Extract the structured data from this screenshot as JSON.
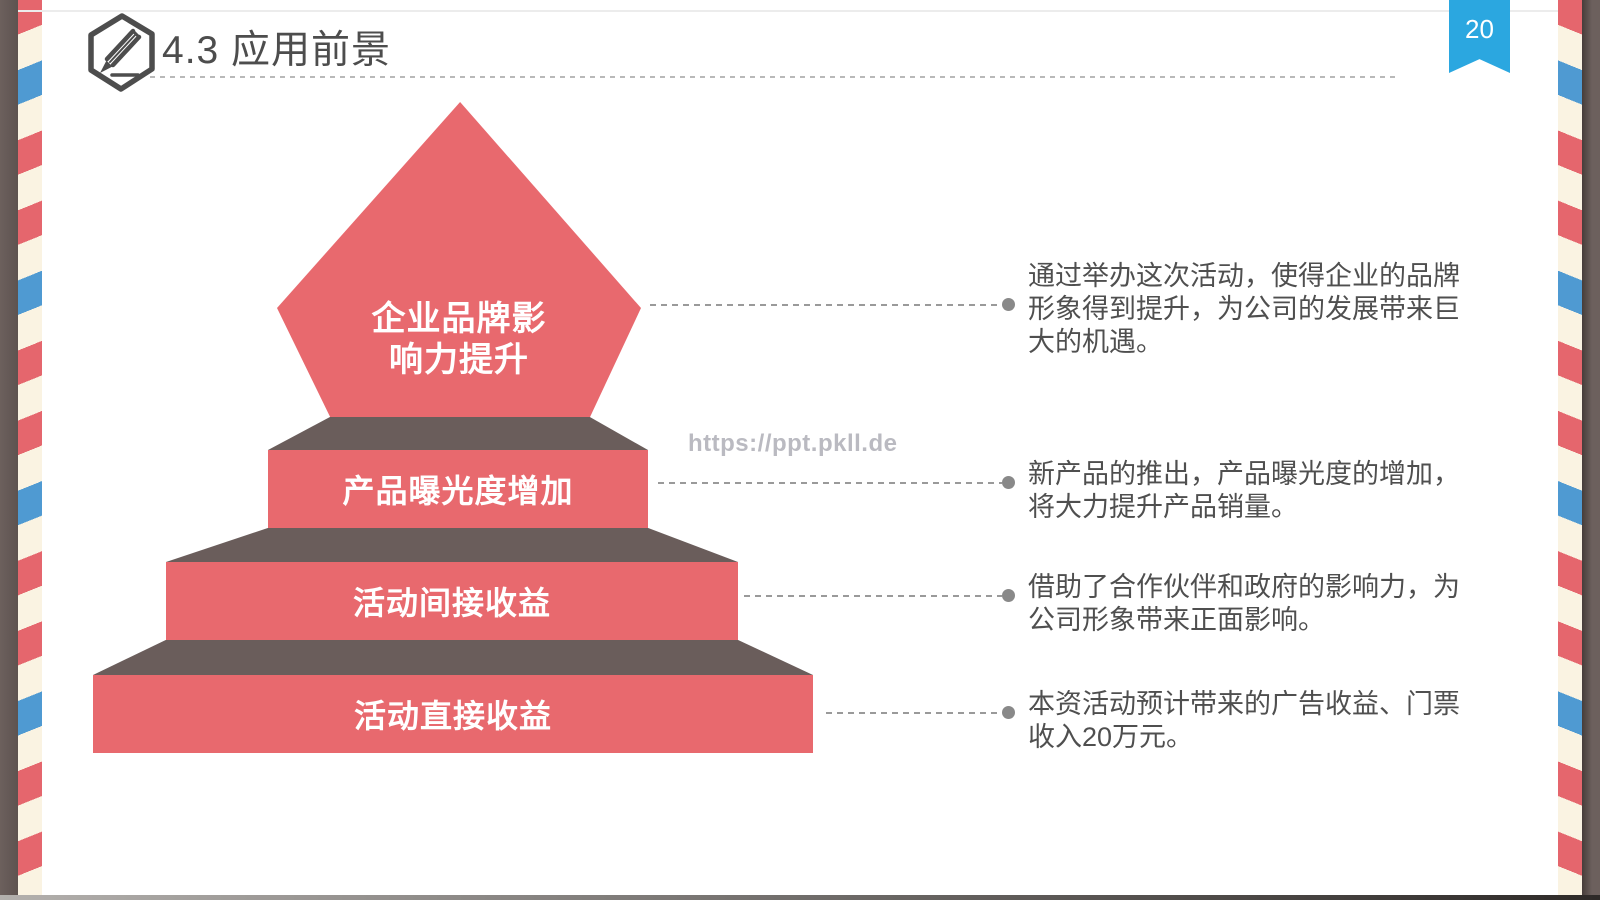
{
  "slide": {
    "page_number": "20",
    "header": {
      "title": "4.3 应用前景",
      "icon": "pencil-hexagon-icon"
    },
    "watermark": "https://ppt.pkll.de"
  },
  "pyramid": {
    "levels": [
      {
        "shape": "arrow-up",
        "lines": [
          "企业品牌影",
          "响力提升"
        ]
      },
      {
        "shape": "step",
        "label": "产品曝光度增加"
      },
      {
        "shape": "step",
        "label": "活动间接收益"
      },
      {
        "shape": "step",
        "label": "活动直接收益"
      }
    ]
  },
  "notes": [
    {
      "lines": [
        "通过举办这次活动，使得企业的品牌",
        "形象得到提升，为公司的发展带来巨",
        "大的机遇。"
      ]
    },
    {
      "lines": [
        "新产品的推出，产品曝光度的增加，",
        "将大力提升产品销量。"
      ]
    },
    {
      "lines": [
        "借助了合作伙伴和政府的影响力，为",
        "公司形象带来正面影响。"
      ]
    },
    {
      "lines": [
        "本资活动预计带来的广告收益、门票",
        "收入20万元。"
      ]
    }
  ],
  "colors": {
    "accent_red": "#e8696e",
    "step_top_face": "#6a5d5b",
    "ribbon_blue": "#2ba7e0",
    "stripe_red": "#e5666d",
    "stripe_blue": "#4f9ad2",
    "stripe_cream": "#faf3e2",
    "border_shadow": "#6c605d",
    "title_gray": "#4d4d4d",
    "note_gray": "#4f4f4f",
    "watermark_gray": "#babac1"
  }
}
